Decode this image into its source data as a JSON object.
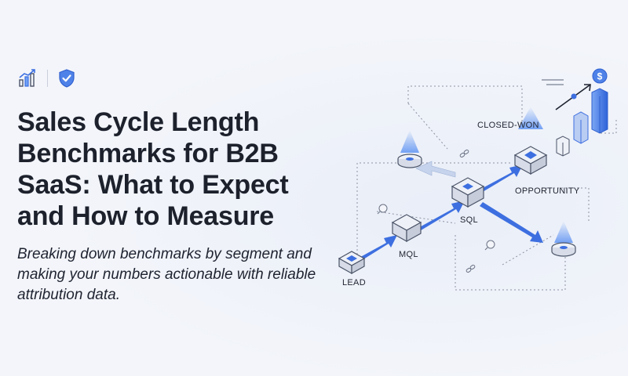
{
  "title": "Sales Cycle Length Benchmarks for B2B SaaS: What to Expect and How to Measure",
  "subtitle": "Breaking down benchmarks by segment and making your numbers actionable with reliable attribution data.",
  "logos": [
    {
      "icon": "bar-chart-growth-icon"
    },
    {
      "icon": "shield-check-icon"
    }
  ],
  "stages": {
    "lead": "LEAD",
    "mql": "MQL",
    "sql": "SQL",
    "opportunity": "OPPORTUNITY",
    "closed_won": "CLOSED-WON"
  },
  "dollar_symbol": "$",
  "colors": {
    "accent": "#3d6fe0",
    "accent_light": "#6fa0f5",
    "node_fill": "#eef1f7",
    "node_stroke": "#4b5468",
    "text": "#1c212c",
    "background": "#f3f5fa"
  }
}
